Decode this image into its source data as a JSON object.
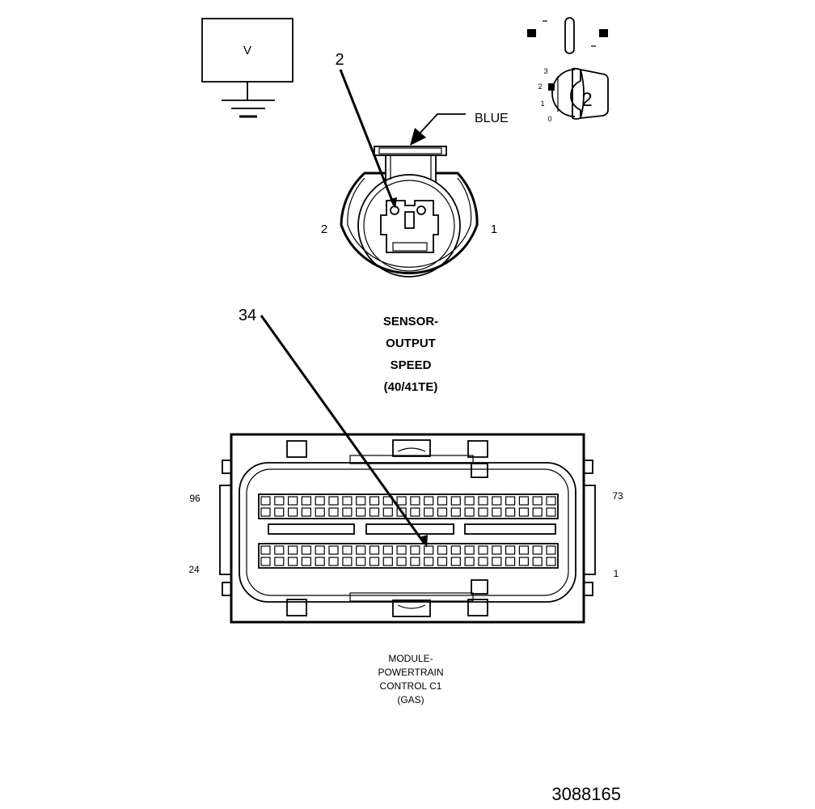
{
  "voltmeter": {
    "symbol": "V"
  },
  "sensor_connector": {
    "callout_cavity": "2",
    "wire_color": "BLUE",
    "left_cavity_label": "2",
    "right_cavity_label": "1",
    "title_lines": [
      "SENSOR-",
      "OUTPUT",
      "SPEED",
      "(40/41TE)"
    ]
  },
  "selector_switch": {
    "position_numbers": [
      "3",
      "2",
      "1",
      "0"
    ],
    "knob_label": "2"
  },
  "pcm_connector": {
    "callout_cavity": "34",
    "corner_labels": {
      "top_left": "96",
      "top_right": "73",
      "bottom_left": "24",
      "bottom_right": "1"
    },
    "title_lines": [
      "MODULE-",
      "POWERTRAIN",
      "CONTROL C1",
      "(GAS)"
    ]
  },
  "figure_number": "3088165"
}
